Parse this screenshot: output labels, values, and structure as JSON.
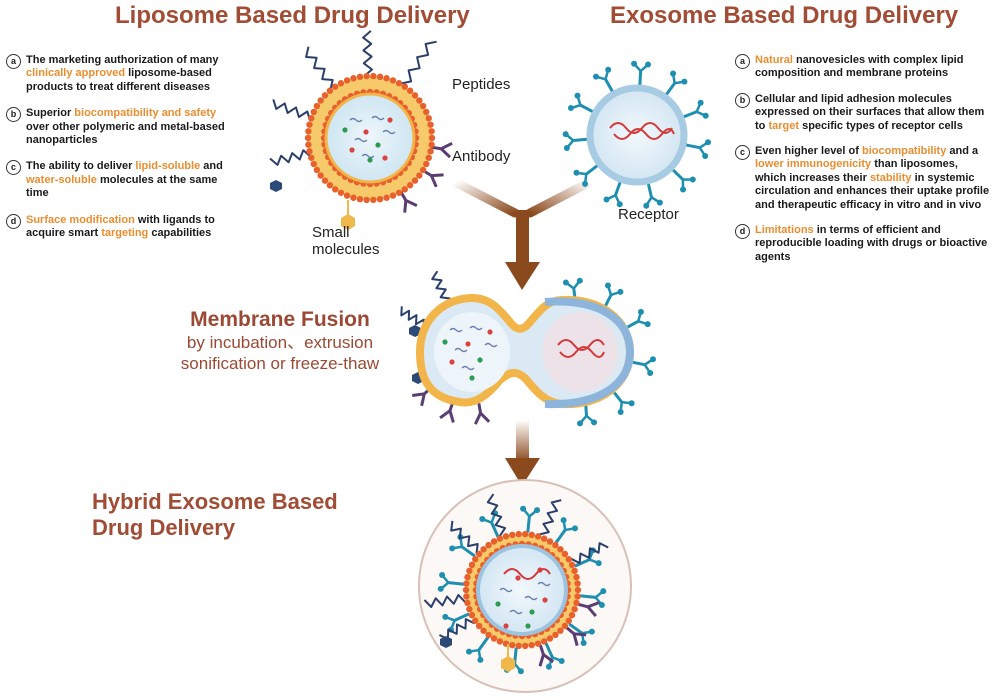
{
  "liposome": {
    "title": "Liposome Based Drug Delivery",
    "items": [
      {
        "badge": "a",
        "parts": [
          {
            "t": "The marketing authorization of many "
          },
          {
            "t": "clinically approved",
            "hl": true
          },
          {
            "t": " liposome-based products to treat different diseases"
          }
        ]
      },
      {
        "badge": "b",
        "parts": [
          {
            "t": "Superior "
          },
          {
            "t": "biocompatibility and safety",
            "hl": true
          },
          {
            "t": " over other polymeric and metal-based nanoparticles"
          }
        ]
      },
      {
        "badge": "c",
        "parts": [
          {
            "t": "The ability to deliver "
          },
          {
            "t": "lipid-soluble",
            "hl": true
          },
          {
            "t": " and "
          },
          {
            "t": "water-soluble",
            "hl": true
          },
          {
            "t": " molecules at the same time"
          }
        ]
      },
      {
        "badge": "d",
        "parts": [
          {
            "t": "Surface modification",
            "hl": true
          },
          {
            "t": " with ligands to acquire smart "
          },
          {
            "t": "targeting",
            "hl": true
          },
          {
            "t": " capabilities"
          }
        ]
      }
    ]
  },
  "exosome": {
    "title": "Exosome Based Drug Delivery",
    "items": [
      {
        "badge": "a",
        "parts": [
          {
            "t": "Natural",
            "hl": true
          },
          {
            "t": " nanovesicles with  complex lipid composition and membrane proteins"
          }
        ]
      },
      {
        "badge": "b",
        "parts": [
          {
            "t": "Cellular and lipid adhesion molecules expressed on their surfaces that allow them to "
          },
          {
            "t": "target",
            "hl": true
          },
          {
            "t": " specific types of receptor cells"
          }
        ]
      },
      {
        "badge": "c",
        "parts": [
          {
            "t": "Even higher level of "
          },
          {
            "t": "biocompatibility",
            "hl": true
          },
          {
            "t": " and a "
          },
          {
            "t": "lower immunogenicity",
            "hl": true
          },
          {
            "t": " than liposomes, which increases their "
          },
          {
            "t": "stability",
            "hl": true
          },
          {
            "t": " in systemic circulation and enhances their uptake profile and therapeutic efficacy in vitro and in vivo"
          }
        ]
      },
      {
        "badge": "d",
        "parts": [
          {
            "t": "Limitations",
            "hl": true
          },
          {
            "t": " in terms of efficient and reproducible loading with drugs or bioactive agents"
          }
        ]
      }
    ]
  },
  "labels": {
    "peptides": "Peptides",
    "antibody": "Antibody",
    "small_molecules_1": "Small",
    "small_molecules_2": "molecules",
    "receptor": "Receptor"
  },
  "fusion": {
    "title": "Membrane Fusion",
    "line1": "by incubation、extrusion",
    "line2": "sonification or freeze-thaw"
  },
  "hybrid": {
    "line1": "Hybrid Exosome Based",
    "line2": "Drug Delivery"
  },
  "colors": {
    "title": "#a14c34",
    "highlight": "#e98d2f",
    "arrow": "#8b4a1e",
    "lipid_head": "#e8602c",
    "lipid_body": "#f6c96a",
    "exo_membrane": "#9cc3e0",
    "receptor": "#1f8fb0",
    "peptide": "#2b3f6b",
    "antibody": "#5a3d73"
  }
}
